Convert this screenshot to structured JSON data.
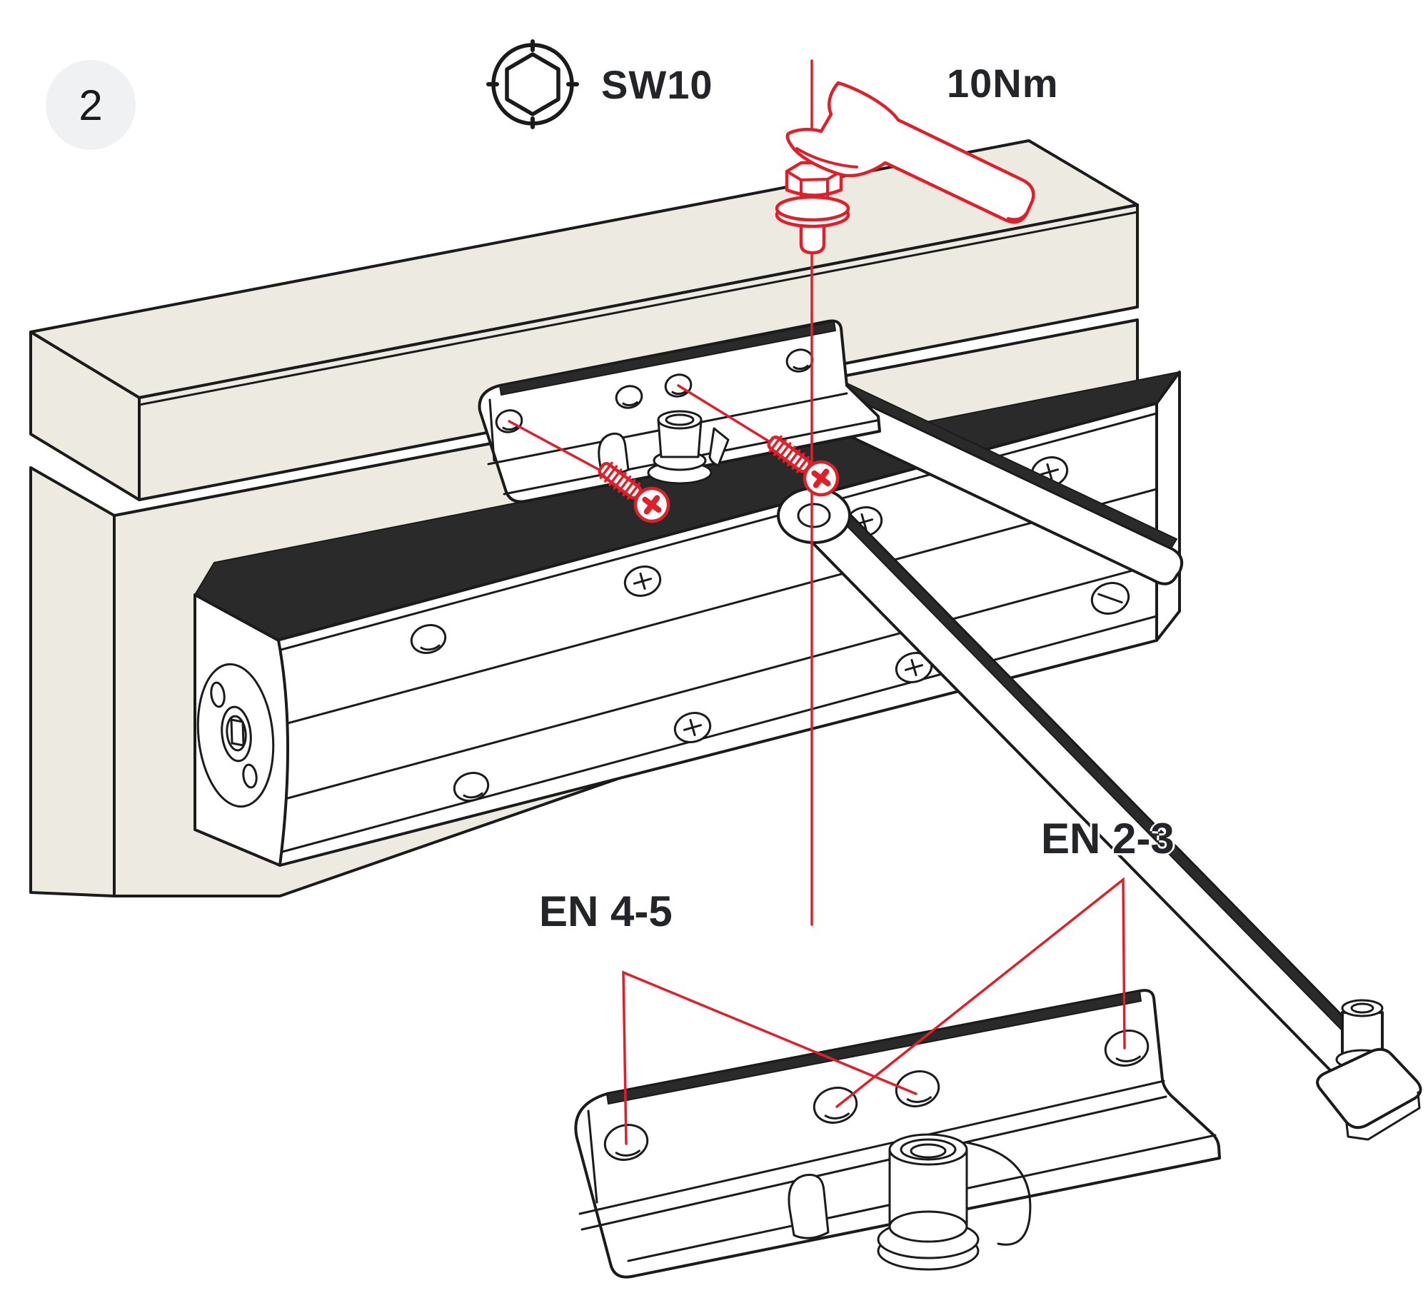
{
  "step_badge": {
    "number": "2"
  },
  "callouts": {
    "tool_size": {
      "label": "SW10",
      "icon": "hex-socket-icon"
    },
    "torque": {
      "label": "10Nm",
      "icon": "open-end-wrench-icon"
    },
    "en_4_5": {
      "label": "EN 4-5"
    },
    "en_2_3": {
      "label": "EN 2-3"
    }
  },
  "colors": {
    "accent_red": "#e01f28",
    "surface_beige": "#edeae2",
    "line_dark": "#1b1b1b",
    "facet_dark": "#2a2a2a",
    "badge_bg": "#f0f1f3",
    "label_text": "#232528"
  }
}
